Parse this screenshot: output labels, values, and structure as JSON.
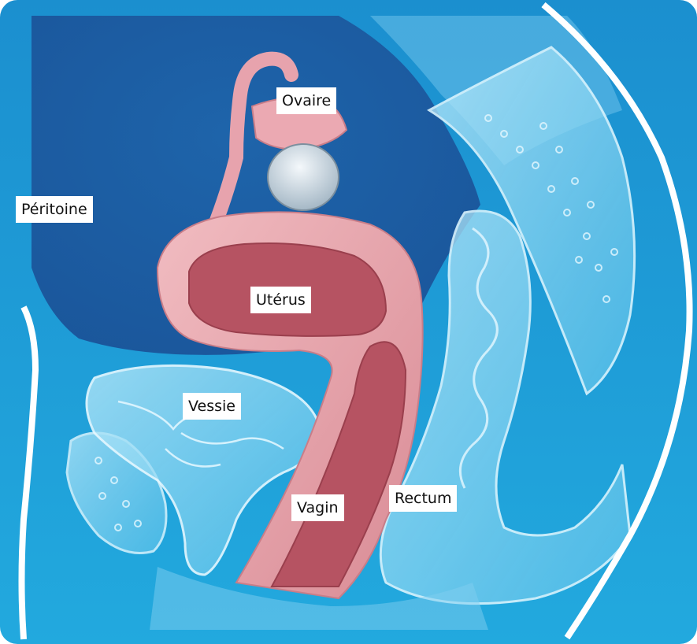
{
  "labels": {
    "ovaire": "Ovaire",
    "peritoine": "Péritoine",
    "uterus": "Utérus",
    "vessie": "Vessie",
    "vagin": "Vagin",
    "rectum": "Rectum"
  },
  "colors": {
    "background": "#1ea3d8",
    "peritoneal_cavity": "#1a63a8",
    "organ_glass": "#8fd6f2",
    "uterus_wall": "#e8a5ad",
    "uterus_lumen": "#b8505c",
    "body_outline": "#ffffff"
  }
}
